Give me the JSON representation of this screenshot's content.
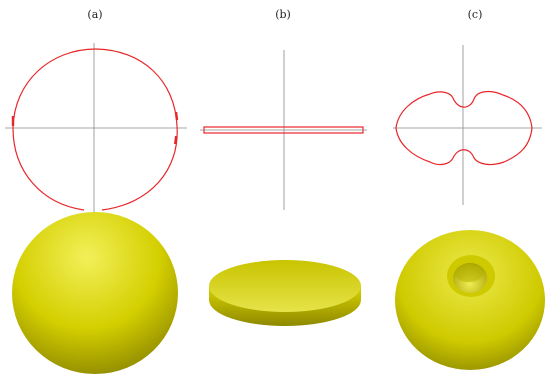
{
  "panels": [
    {
      "label": "(a)"
    },
    {
      "label": "(b)"
    },
    {
      "label": "(c)"
    }
  ],
  "colors": {
    "contour": "#e8262a",
    "axes": "#8a8a8a",
    "surface": "#d8d400",
    "surface_light": "#f4f26a",
    "surface_dark": "#7d7a00"
  }
}
